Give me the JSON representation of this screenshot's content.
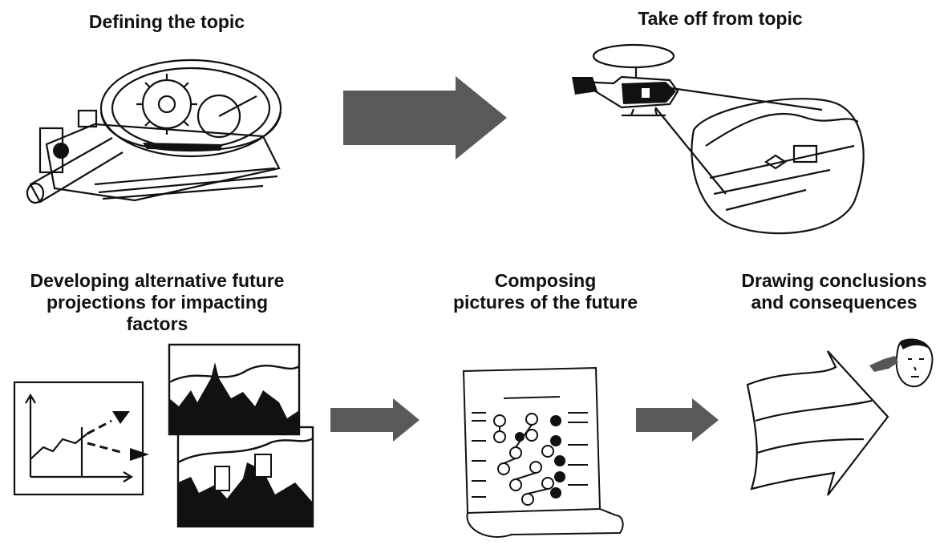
{
  "steps": {
    "defining": {
      "label": "Defining the topic"
    },
    "takeoff": {
      "label": "Take off from topic"
    },
    "developing": {
      "line1": "Developing alternative future",
      "line2": "projections for impacting",
      "line3": "factors"
    },
    "composing": {
      "line1": "Composing",
      "line2": "pictures of the future"
    },
    "drawing": {
      "line1": "Drawing conclusions",
      "line2": "and consequences"
    }
  },
  "colors": {
    "arrow": "#595959",
    "ink": "#111111"
  },
  "icons": [
    "magnifying-glass-icon",
    "helicopter-icon",
    "trend-chart-icon",
    "landscape-scenario-icon",
    "scroll-document-icon",
    "wavy-arrow-icon",
    "head-icon"
  ]
}
